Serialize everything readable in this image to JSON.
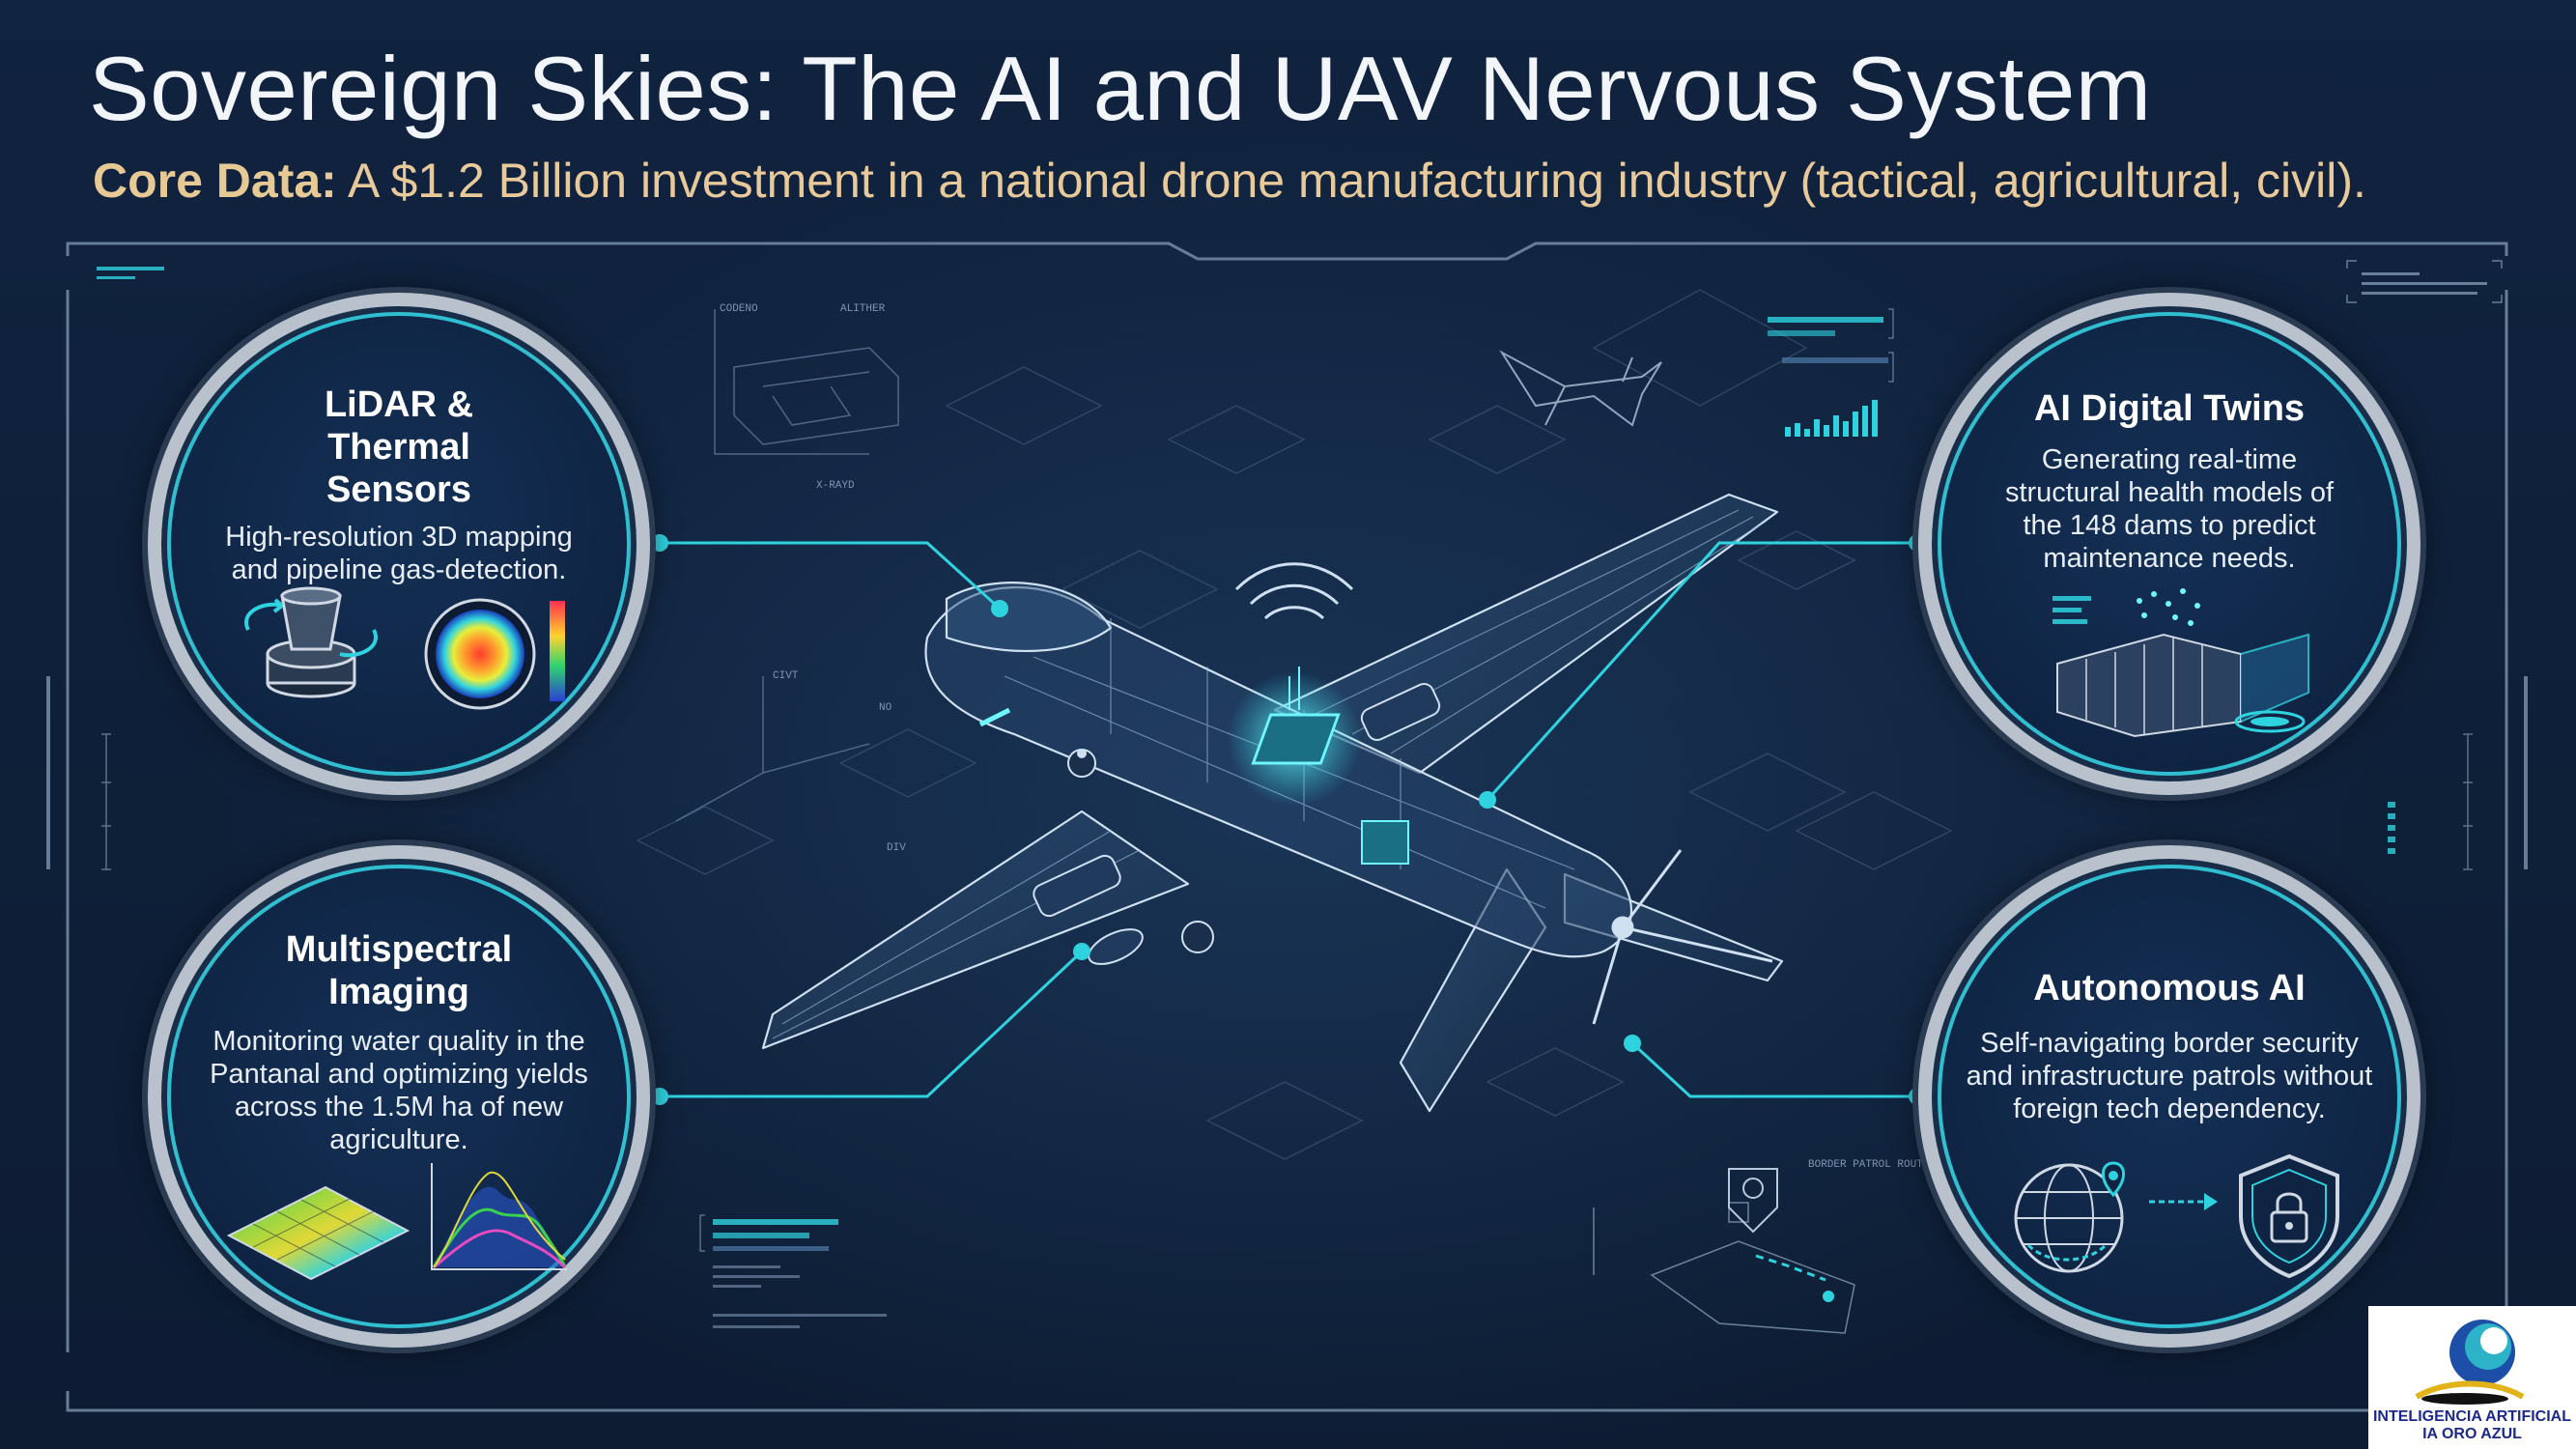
{
  "header": {
    "title": "Sovereign Skies: The AI and UAV Nervous System",
    "subtitle_lead": "Core Data:",
    "subtitle_text": "A $1.2 Billion investment in a national drone manufacturing industry (tactical, agricultural, civil)."
  },
  "callouts": {
    "lidar": {
      "title": "LiDAR & Thermal Sensors",
      "description": "High-resolution 3D mapping and pipeline gas-detection."
    },
    "multispectral": {
      "title": "Multispectral Imaging",
      "description": "Monitoring water quality in the Pantanal and optimizing yields across the 1.5M ha of new agriculture."
    },
    "twins": {
      "title": "AI Digital Twins",
      "description": "Generating real-time structural health models of the 148 dams to predict maintenance needs."
    },
    "autonomous": {
      "title": "Autonomous AI",
      "description": "Self-navigating border security and infrastructure patrols without foreign tech dependency."
    }
  },
  "hud": {
    "border_patrol_route": "BORDER PATROL ROUTE"
  },
  "logo": {
    "line1": "INTELIGENCIA ARTIFICIAL",
    "line2": "IA ORO AZUL"
  },
  "colors": {
    "background": "#0f1f38",
    "accent_cyan": "#2fd3e0",
    "ring_silver": "#b9c2cc",
    "subtitle_gold": "#e6c995"
  }
}
